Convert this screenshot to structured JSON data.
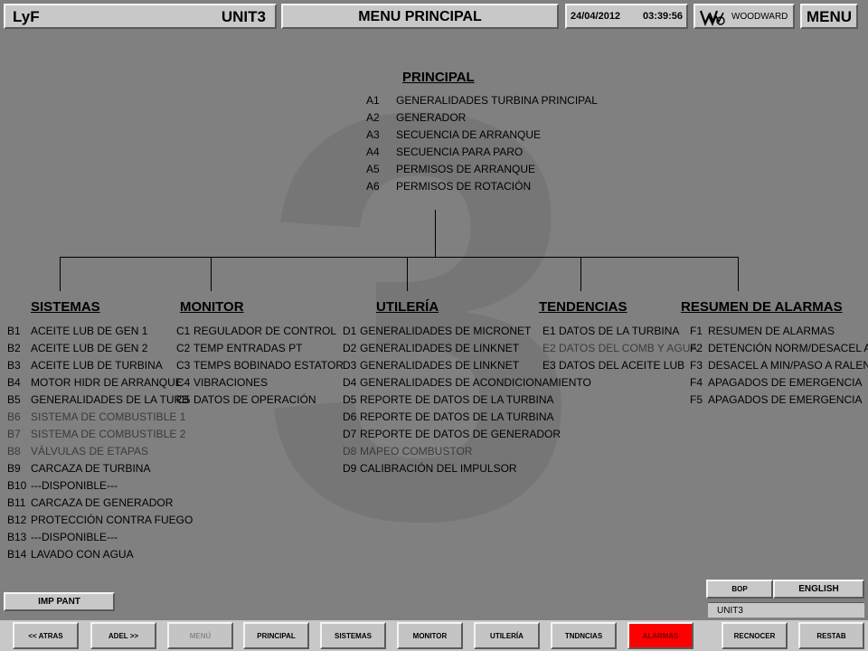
{
  "header": {
    "site": "LyF",
    "unit": "UNIT3",
    "title": "MENU PRINCIPAL",
    "date": "24/04/2012",
    "time": "03:39:56",
    "brand": "WOODWARD",
    "menu_label": "MENU"
  },
  "watermark": "3",
  "principal": {
    "title": "PRINCIPAL",
    "items": [
      {
        "code": "A1",
        "label": "GENERALIDADES TURBINA PRINCIPAL"
      },
      {
        "code": "A2",
        "label": "GENERADOR"
      },
      {
        "code": "A3",
        "label": "SECUENCIA DE ARRANQUE"
      },
      {
        "code": "A4",
        "label": "SECUENCIA PARA PARO"
      },
      {
        "code": "A5",
        "label": "PERMISOS DE ARRANQUE"
      },
      {
        "code": "A6",
        "label": "PERMISOS DE ROTACIÓN"
      }
    ]
  },
  "sistemas": {
    "title": "SISTEMAS",
    "items": [
      {
        "code": "B1",
        "label": "ACEITE LUB DE GEN 1"
      },
      {
        "code": "B2",
        "label": "ACEITE LUB DE GEN 2"
      },
      {
        "code": "B3",
        "label": "ACEITE LUB DE TURBINA"
      },
      {
        "code": "B4",
        "label": "MOTOR HIDR DE ARRANQUE"
      },
      {
        "code": "B5",
        "label": "GENERALIDADES DE LA TURB"
      },
      {
        "code": "B6",
        "label": "SISTEMA DE COMBUSTIBLE 1"
      },
      {
        "code": "B7",
        "label": "SISTEMA DE COMBUSTIBLE 2"
      },
      {
        "code": "B8",
        "label": "VÁLVULAS DE ETAPAS"
      },
      {
        "code": "B9",
        "label": "CARCAZA DE TURBINA"
      },
      {
        "code": "B10",
        "label": "---DISPONIBLE---"
      },
      {
        "code": "B11",
        "label": "CARCAZA DE GENERADOR"
      },
      {
        "code": "B12",
        "label": "PROTECCIÓN CONTRA FUEGO"
      },
      {
        "code": "B13",
        "label": "---DISPONIBLE---"
      },
      {
        "code": "B14",
        "label": "LAVADO CON AGUA"
      }
    ]
  },
  "monitor": {
    "title": "MONITOR",
    "items": [
      {
        "code": "C1",
        "label": "REGULADOR DE CONTROL"
      },
      {
        "code": "C2",
        "label": "TEMP ENTRADAS PT"
      },
      {
        "code": "C3",
        "label": "TEMPS BOBINADO ESTATOR"
      },
      {
        "code": "C4",
        "label": "VIBRACIONES"
      },
      {
        "code": "C5",
        "label": "DATOS DE OPERACIÓN"
      }
    ]
  },
  "utileria": {
    "title": "UTILERÍA",
    "items": [
      {
        "code": "D1",
        "label": "GENERALIDADES DE MICRONET"
      },
      {
        "code": "D2",
        "label": "GENERALIDADES DE LINKNET"
      },
      {
        "code": "D3",
        "label": "GENERALIDADES DE LINKNET"
      },
      {
        "code": "D4",
        "label": "GENERALIDADES DE ACONDICIONAMIENTO"
      },
      {
        "code": "D5",
        "label": "REPORTE DE DATOS DE LA TURBINA"
      },
      {
        "code": "D6",
        "label": "REPORTE DE DATOS DE LA TURBINA"
      },
      {
        "code": "D7",
        "label": "REPORTE DE DATOS DE GENERADOR"
      },
      {
        "code": "D8",
        "label": "MAPEO COMBUSTOR"
      },
      {
        "code": "D9",
        "label": "CALIBRACIÓN DEL IMPULSOR"
      }
    ]
  },
  "tendencias": {
    "title": "TENDENCIAS",
    "items": [
      {
        "code": "E1",
        "label": "DATOS DE LA TURBINA"
      },
      {
        "code": "E2",
        "label": "DATOS DEL COMB Y AGUA"
      },
      {
        "code": "E3",
        "label": "DATOS DEL ACEITE LUB"
      }
    ]
  },
  "alarmas": {
    "title": "RESUMEN DE ALARMAS",
    "items": [
      {
        "code": "F1",
        "label": "RESUMEN DE ALARMAS"
      },
      {
        "code": "F2",
        "label": "DETENCIÓN NORM/DESACEL A MIN"
      },
      {
        "code": "F3",
        "label": "DESACEL A MIN/PASO A RALENTÍ"
      },
      {
        "code": "F4",
        "label": "APAGADOS DE EMERGENCIA"
      },
      {
        "code": "F5",
        "label": "APAGADOS DE EMERGENCIA"
      }
    ]
  },
  "side": {
    "imp_pant": "IMP PANT",
    "bop": "BOP",
    "english": "ENGLISH",
    "unit_status": "UNIT3"
  },
  "nav": {
    "atras": "<< ATRAS",
    "adel": "ADEL >>",
    "menu": "MENÚ",
    "principal": "PRINCIPAL",
    "sistemas": "SISTEMAS",
    "monitor": "MONITOR",
    "utileria": "UTILERÍA",
    "tendencias": "TNDNCIAS",
    "alarmas": "ALARMAS",
    "reconocer": "RECNOCER",
    "restab": "RESTAB"
  },
  "colors": {
    "background": "#808080",
    "panel": "#c8c8c8",
    "alarm": "#ff0000"
  }
}
